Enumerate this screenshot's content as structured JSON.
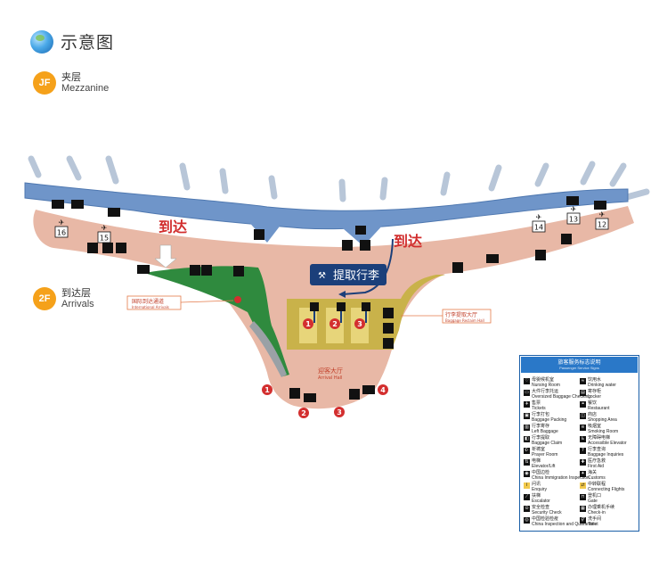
{
  "header": {
    "title": "示意图"
  },
  "floors": [
    {
      "badge": "JF",
      "cn": "夹层",
      "en": "Mezzanine"
    },
    {
      "badge": "2F",
      "cn": "到达层",
      "en": "Arrivals"
    }
  ],
  "map": {
    "arrive_left": "到达",
    "arrive_right": "到达",
    "baggage_callout": "提取行李",
    "intl_label_cn": "国际到达通道",
    "intl_label_en": "International Arrivals",
    "claim_label_cn": "行李提取大厅",
    "claim_label_en": "Baggage Reclaim Hall",
    "hall_cn": "迎客大厅",
    "hall_en": "Arrival Hall",
    "gates": [
      "16",
      "15",
      "14",
      "13",
      "12"
    ],
    "carousels": [
      "1",
      "2",
      "3"
    ],
    "exits": [
      "1",
      "2",
      "3",
      "4"
    ],
    "colors": {
      "walkway": "#6f95c9",
      "concourse": "#e8b8a6",
      "intl": "#2f8a3e",
      "claim": "#c9b24a",
      "exit": "#d32f2f",
      "callout": "#1b3f7a"
    }
  },
  "legend": {
    "title": "旅客服务标志说明",
    "subtitle": "Passenger Service Signs",
    "items": [
      {
        "icon": "nursing-room-icon",
        "glyph": "♡",
        "cn": "母婴候机室",
        "en": "Nursing Room"
      },
      {
        "icon": "drinking-water-icon",
        "glyph": "≈",
        "cn": "饮用水",
        "en": "Drinking water"
      },
      {
        "icon": "oversized-baggage-icon",
        "glyph": "▭",
        "cn": "大件行李托运",
        "en": "Oversized Baggage Checking"
      },
      {
        "icon": "locker-icon",
        "glyph": "▤",
        "cn": "寄存柜",
        "en": "Locker"
      },
      {
        "icon": "tickets-icon",
        "glyph": "✈",
        "cn": "售票",
        "en": "Tickets"
      },
      {
        "icon": "restaurant-icon",
        "glyph": "⚭",
        "cn": "餐饮",
        "en": "Restaurant"
      },
      {
        "icon": "baggage-packing-icon",
        "glyph": "▣",
        "cn": "行李打包",
        "en": "Baggage Packing"
      },
      {
        "icon": "shopping-area-icon",
        "glyph": "◫",
        "cn": "商店",
        "en": "Shopping Area"
      },
      {
        "icon": "left-baggage-icon",
        "glyph": "▥",
        "cn": "行李寄存",
        "en": "Left Baggage"
      },
      {
        "icon": "smoking-room-icon",
        "glyph": "≋",
        "cn": "吸烟室",
        "en": "Smoking Room"
      },
      {
        "icon": "baggage-claim-icon",
        "glyph": "◧",
        "cn": "行李提取",
        "en": "Baggage Claim"
      },
      {
        "icon": "accessible-elevator-icon",
        "glyph": "♿",
        "cn": "无障碍电梯",
        "en": "Accessible Elevator"
      },
      {
        "icon": "prayer-room-icon",
        "glyph": "☪",
        "cn": "祈祷室",
        "en": "Prayer Room"
      },
      {
        "icon": "baggage-inquiries-icon",
        "glyph": "?",
        "cn": "行李查询",
        "en": "Baggage Inquiries"
      },
      {
        "icon": "elevator-lift-icon",
        "glyph": "⇅",
        "cn": "电梯",
        "en": "Elevator/Lift"
      },
      {
        "icon": "first-aid-icon",
        "glyph": "✚",
        "cn": "医疗急救",
        "en": "First Aid"
      },
      {
        "icon": "china-immigration-icon",
        "glyph": "◉",
        "cn": "中国边检",
        "en": "China Immigration Inspection"
      },
      {
        "icon": "customs-icon",
        "glyph": "✦",
        "cn": "海关",
        "en": "Customs"
      },
      {
        "icon": "enquiry-icon",
        "glyph": "i",
        "cn": "问讯",
        "en": "Enquiry"
      },
      {
        "icon": "connecting-flights-icon",
        "glyph": "⇄",
        "cn": "中转联程",
        "en": "Connecting Flights"
      },
      {
        "icon": "escalator-icon",
        "glyph": "⟋",
        "cn": "扶梯",
        "en": "Escalator"
      },
      {
        "icon": "gate-icon",
        "glyph": "⊓",
        "cn": "登机口",
        "en": "Gate"
      },
      {
        "icon": "security-check-icon",
        "glyph": "⊙",
        "cn": "安全检查",
        "en": "Security Check"
      },
      {
        "icon": "check-in-icon",
        "glyph": "▦",
        "cn": "办理乘机手续",
        "en": "Check-in"
      },
      {
        "icon": "quarantine-icon",
        "glyph": "◎",
        "cn": "中国检验检疫",
        "en": "China Inspection and Quarantine"
      },
      {
        "icon": "toilet-icon",
        "glyph": "⚥",
        "cn": "洗手间",
        "en": "Toilet"
      }
    ]
  }
}
